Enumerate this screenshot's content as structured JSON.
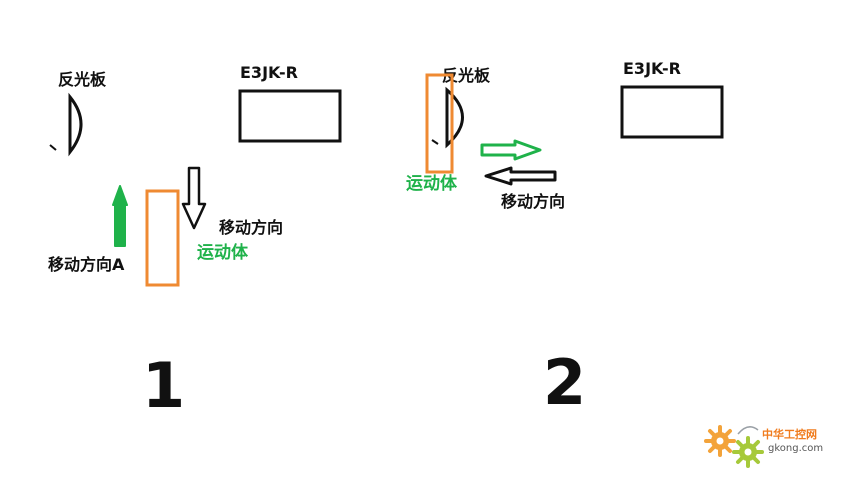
{
  "colors": {
    "orange": "#ef8a32",
    "green": "#1fb24a",
    "black": "#111111"
  },
  "panel1": {
    "reflector_label": "反光板",
    "sensor_label": "E3JK-R",
    "direction_a_label": "移动方向A",
    "direction_label": "移动方向",
    "moving_body_label": "运动体",
    "number": "1"
  },
  "panel2": {
    "reflector_label": "反光板",
    "sensor_label": "E3JK-R",
    "moving_body_label": "运动体",
    "direction_label": "移动方向",
    "number": "2"
  },
  "watermark": {
    "name": "中华工控网",
    "domain": "gkong.com"
  }
}
